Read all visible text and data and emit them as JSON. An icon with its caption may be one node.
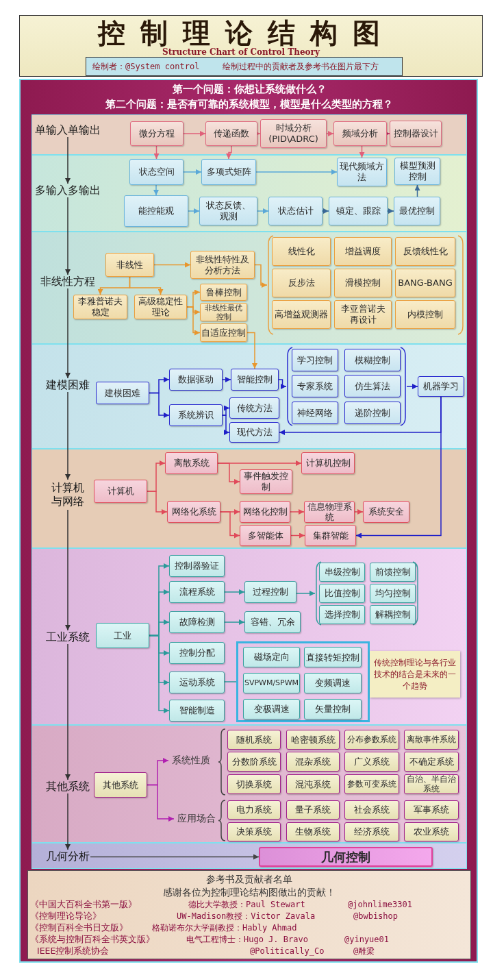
{
  "diagram": {
    "title": "控制理论结构图",
    "nodes": [
      {
        "text": [],
        "shape": "band"
      },
      {
        "text": [
          "单输入单输出"
        ],
        "in": 0
      },
      {
        "text": [
          "微分方程"
        ],
        "in": 0
      },
      {
        "text": [
          "传递函数"
        ],
        "in": 0
      },
      {
        "text": [
          "时域分析 (PID\\ADRC)"
        ],
        "in": 0
      },
      {
        "text": [
          "频域分析"
        ],
        "in": 0
      },
      {
        "text": [
          "控制器设计"
        ],
        "in": 0
      },
      {
        "text": [],
        "shape": "band"
      },
      {
        "text": [
          "多输入多输出"
        ],
        "in": 7
      },
      {
        "text": [
          "状态空间"
        ],
        "in": 7
      },
      {
        "text": [
          "多项式矩阵"
        ],
        "in": 7
      },
      {
        "text": [
          "现代频域方法"
        ],
        "in": 7
      },
      {
        "text": [
          "模型预测控制"
        ],
        "in": 7
      },
      {
        "text": [
          "能控能观"
        ],
        "in": 7
      },
      {
        "text": [
          "状态反馈、观测"
        ],
        "in": 7
      },
      {
        "text": [
          "状态估计"
        ],
        "in": 7
      },
      {
        "text": [
          "镇定、跟踪"
        ],
        "in": 7
      },
      {
        "text": [
          "最优控制"
        ],
        "in": 7
      },
      {
        "text": [],
        "shape": "band"
      },
      {
        "text": [
          "非线性方程"
        ],
        "in": 18
      },
      {
        "text": [
          "非线性"
        ],
        "in": 18
      },
      {
        "text": [
          "非线性特性及分析方法"
        ],
        "in": 18
      },
      {
        "text": [
          "李雅普诺夫稳定"
        ],
        "in": 18
      },
      {
        "text": [
          "高级稳定性理论"
        ],
        "in": 18
      },
      {
        "text": [
          "鲁棒控制"
        ],
        "in": 18
      },
      {
        "text": [
          "非线性最优控制"
        ],
        "in": 18
      },
      {
        "text": [
          "自适应控制"
        ],
        "in": 18
      },
      {
        "text": [],
        "shape": "bracket",
        "in": 18
      },
      {
        "text": [
          "线性化"
        ],
        "in": 27
      },
      {
        "text": [
          "增益调度"
        ],
        "in": 27
      },
      {
        "text": [
          "反馈线性化"
        ],
        "in": 27
      },
      {
        "text": [
          "反步法"
        ],
        "in": 27
      },
      {
        "text": [
          "滑模控制"
        ],
        "in": 27
      },
      {
        "text": [
          "BANG-BANG"
        ],
        "in": 27
      },
      {
        "text": [
          "高增益观测器"
        ],
        "in": 27
      },
      {
        "text": [
          "李亚普诺夫再设计"
        ],
        "in": 27
      },
      {
        "text": [
          "内模控制"
        ],
        "in": 27
      },
      {
        "text": [],
        "shape": "band"
      },
      {
        "text": [
          "建模困难"
        ],
        "in": 37
      },
      {
        "text": [
          "建模困难"
        ],
        "in": 37
      },
      {
        "text": [
          "数据驱动"
        ],
        "in": 37
      },
      {
        "text": [
          "系统辨识"
        ],
        "in": 37
      },
      {
        "text": [
          "智能控制"
        ],
        "in": 37
      },
      {
        "text": [
          "传统方法"
        ],
        "in": 37
      },
      {
        "text": [
          "现代方法"
        ],
        "in": 37
      },
      {
        "text": [],
        "shape": "bracket",
        "in": 37
      },
      {
        "text": [
          "学习控制"
        ],
        "in": 45
      },
      {
        "text": [
          "模糊控制"
        ],
        "in": 45
      },
      {
        "text": [
          "专家系统"
        ],
        "in": 45
      },
      {
        "text": [
          "仿生算法"
        ],
        "in": 45
      },
      {
        "text": [
          "神经网络"
        ],
        "in": 45
      },
      {
        "text": [
          "递阶控制"
        ],
        "in": 45
      },
      {
        "text": [
          "机器学习"
        ],
        "in": 37
      },
      {
        "text": [],
        "shape": "band"
      },
      {
        "text": [
          "计算机与网络"
        ],
        "in": 53
      },
      {
        "text": [
          "计算机"
        ],
        "in": 53
      },
      {
        "text": [
          "离散系统"
        ],
        "in": 53
      },
      {
        "text": [
          "网络化系统"
        ],
        "in": 53
      },
      {
        "text": [
          "计算机控制"
        ],
        "in": 53
      },
      {
        "text": [
          "事件触发控制"
        ],
        "in": 53
      },
      {
        "text": [
          "网络化控制"
        ],
        "in": 53
      },
      {
        "text": [
          "信息物理系统"
        ],
        "in": 53
      },
      {
        "text": [
          "系统安全"
        ],
        "in": 53
      },
      {
        "text": [
          "多智能体"
        ],
        "in": 53
      },
      {
        "text": [
          "集群智能"
        ],
        "in": 53
      },
      {
        "text": [],
        "shape": "band"
      },
      {
        "text": [
          "工业系统"
        ],
        "in": 65
      },
      {
        "text": [
          "工业"
        ],
        "in": 65
      },
      {
        "text": [
          "控制器验证"
        ],
        "in": 65
      },
      {
        "text": [
          "流程系统"
        ],
        "in": 65
      },
      {
        "text": [
          "故障检测"
        ],
        "in": 65
      },
      {
        "text": [
          "控制分配"
        ],
        "in": 65
      },
      {
        "text": [
          "运动系统"
        ],
        "in": 65
      },
      {
        "text": [
          "智能制造"
        ],
        "in": 65
      },
      {
        "text": [
          "过程控制"
        ],
        "in": 65
      },
      {
        "text": [
          "容错、冗余"
        ],
        "in": 65
      },
      {
        "text": [],
        "shape": "bracket",
        "in": 65
      },
      {
        "text": [
          "串级控制"
        ],
        "in": 76
      },
      {
        "text": [
          "前馈控制"
        ],
        "in": 76
      },
      {
        "text": [
          "比值控制"
        ],
        "in": 76
      },
      {
        "text": [
          "均匀控制"
        ],
        "in": 76
      },
      {
        "text": [
          "选择控制"
        ],
        "in": 76
      },
      {
        "text": [
          "解耦控制"
        ],
        "in": 76
      },
      {
        "text": [],
        "shape": "box",
        "in": 65
      },
      {
        "text": [
          "磁场定向"
        ],
        "in": 83
      },
      {
        "text": [
          "直接转矩控制"
        ],
        "in": 83
      },
      {
        "text": [
          "SVPWM/SPWM"
        ],
        "in": 83
      },
      {
        "text": [
          "变频调速"
        ],
        "in": 83
      },
      {
        "text": [
          "变极调速"
        ],
        "in": 83
      },
      {
        "text": [
          "矢量控制"
        ],
        "in": 83
      },
      {
        "text": [],
        "shape": "band"
      },
      {
        "text": [
          "其他系统"
        ],
        "in": 90
      },
      {
        "text": [
          "其他系统"
        ],
        "in": 90
      },
      {
        "text": [
          "系统性质"
        ],
        "in": 90
      },
      {
        "text": [
          "应用场合"
        ],
        "in": 90
      },
      {
        "text": [],
        "shape": "bracket",
        "in": 90
      },
      {
        "text": [
          "随机系统"
        ],
        "in": 95
      },
      {
        "text": [
          "哈密顿系统"
        ],
        "in": 95
      },
      {
        "text": [
          "分布参数系统"
        ],
        "in": 95
      },
      {
        "text": [
          "离散事件系统"
        ],
        "in": 95
      },
      {
        "text": [
          "分数阶系统"
        ],
        "in": 95
      },
      {
        "text": [
          "混杂系统"
        ],
        "in": 95
      },
      {
        "text": [
          "广义系统"
        ],
        "in": 95
      },
      {
        "text": [
          "不确定系统"
        ],
        "in": 95
      },
      {
        "text": [
          "切换系统"
        ],
        "in": 95
      },
      {
        "text": [
          "混沌系统"
        ],
        "in": 95
      },
      {
        "text": [
          "参数可变系统"
        ],
        "in": 95
      },
      {
        "text": [
          "自治、半自治系统"
        ],
        "in": 95
      },
      {
        "text": [],
        "shape": "bracket",
        "in": 90
      },
      {
        "text": [
          "电力系统"
        ],
        "in": 108
      },
      {
        "text": [
          "量子系统"
        ],
        "in": 108
      },
      {
        "text": [
          "社会系统"
        ],
        "in": 108
      },
      {
        "text": [
          "军事系统"
        ],
        "in": 108
      },
      {
        "text": [
          "决策系统"
        ],
        "in": 108
      },
      {
        "text": [
          "生物系统"
        ],
        "in": 108
      },
      {
        "text": [
          "经济系统"
        ],
        "in": 108
      },
      {
        "text": [
          "农业系统"
        ],
        "in": 108
      },
      {
        "text": [],
        "shape": "band"
      },
      {
        "text": [
          "几何分析"
        ],
        "in": 117
      },
      {
        "text": [
          "几何控制"
        ],
        "in": 117
      }
    ],
    "edges": [
      {
        "from": 2,
        "to": 3,
        "arrow": "to",
        "color": "#e0607a"
      },
      {
        "from": 3,
        "to": 4,
        "arrow": "to",
        "color": "#e0607a"
      },
      {
        "from": 4,
        "to": 5,
        "arrow": "to",
        "color": "#e0607a"
      },
      {
        "from": 5,
        "to": 6,
        "arrow": "to",
        "color": "#c0306a"
      },
      {
        "from": 2,
        "to": 9,
        "arrow": "to",
        "color": "#e0607a"
      },
      {
        "from": 3,
        "to": 10,
        "arrow": "to",
        "color": "#e0607a"
      },
      {
        "from": 5,
        "to": 11,
        "arrow": "to",
        "color": "#e0607a"
      },
      {
        "from": 9,
        "to": 10,
        "arrow": "to",
        "color": "#5aa8d8"
      },
      {
        "from": 10,
        "to": 11,
        "arrow": "to",
        "color": "#5aa8d8"
      },
      {
        "from": 9,
        "to": 13,
        "arrow": "to",
        "color": "#5aa8d8"
      },
      {
        "from": 13,
        "to": 14,
        "arrow": "to",
        "color": "#5aa8d8"
      },
      {
        "from": 14,
        "to": 15,
        "arrow": "to",
        "color": "#5aa8d8"
      },
      {
        "from": 15,
        "to": 16,
        "arrow": "to",
        "color": "#3a6a9a"
      },
      {
        "from": 16,
        "to": 17,
        "arrow": "to",
        "color": "#3a6a9a"
      },
      {
        "from": 17,
        "to": 12,
        "arrow": "to",
        "color": "#3a6a9a"
      },
      {
        "from": 20,
        "to": 21,
        "arrow": "to",
        "color": "#e8962e"
      },
      {
        "from": 20,
        "to": 22,
        "arrow": "to",
        "color": "#e8962e"
      },
      {
        "from": 20,
        "to": 23,
        "arrow": "to",
        "color": "#e8962e"
      },
      {
        "from": 23,
        "to": 24,
        "arrow": "to",
        "color": "#e8962e"
      },
      {
        "from": 23,
        "to": 25,
        "arrow": "to",
        "color": "#e8962e"
      },
      {
        "from": 23,
        "to": 26,
        "arrow": "to",
        "color": "#e8962e"
      },
      {
        "from": 21,
        "to": 27,
        "arrow": "to",
        "color": "#e8962e"
      },
      {
        "from": 26,
        "to": 42,
        "arrow": "to",
        "color": "#e8962e"
      },
      {
        "from": 39,
        "to": 40,
        "arrow": "to",
        "color": "#2020c8"
      },
      {
        "from": 39,
        "to": 41,
        "arrow": "to",
        "color": "#2020c8"
      },
      {
        "from": 40,
        "to": 42,
        "arrow": "to",
        "color": "#2020c8"
      },
      {
        "from": 41,
        "to": 43,
        "arrow": "to",
        "color": "#2020c8"
      },
      {
        "from": 41,
        "to": 44,
        "arrow": "to",
        "color": "#2020c8"
      },
      {
        "from": 42,
        "to": 45,
        "arrow": "to",
        "color": "#2020c8"
      },
      {
        "from": 45,
        "to": 52,
        "arrow": "to",
        "color": "#2020c8"
      },
      {
        "from": 52,
        "to": 44,
        "arrow": "to",
        "color": "#2020c8"
      },
      {
        "from": 52,
        "to": 64,
        "arrow": "to",
        "color": "#2020c8"
      },
      {
        "from": 55,
        "to": 56,
        "arrow": "to",
        "color": "#e04a5a"
      },
      {
        "from": 55,
        "to": 57,
        "arrow": "to",
        "color": "#e04a5a"
      },
      {
        "from": 56,
        "to": 58,
        "arrow": "to",
        "color": "#e04a5a"
      },
      {
        "from": 56,
        "to": 59,
        "arrow": "to",
        "color": "#e04a5a"
      },
      {
        "from": 57,
        "to": 60,
        "arrow": "to",
        "color": "#e04a5a"
      },
      {
        "from": 57,
        "to": 63,
        "arrow": "to",
        "color": "#e04a5a"
      },
      {
        "from": 60,
        "to": 61,
        "arrow": "to",
        "color": "#e04a5a"
      },
      {
        "from": 61,
        "to": 62,
        "arrow": "to",
        "color": "#e04a5a"
      },
      {
        "from": 63,
        "to": 64,
        "arrow": "to",
        "color": "#e04a5a"
      },
      {
        "from": 67,
        "to": 68,
        "arrow": "to",
        "color": "#2a9a9a"
      },
      {
        "from": 67,
        "to": 69,
        "arrow": "to",
        "color": "#2a9a9a"
      },
      {
        "from": 67,
        "to": 70,
        "arrow": "to",
        "color": "#2a9a9a"
      },
      {
        "from": 67,
        "to": 71,
        "arrow": "to",
        "color": "#2a9a9a"
      },
      {
        "from": 67,
        "to": 72,
        "arrow": "to",
        "color": "#2a9a9a"
      },
      {
        "from": 67,
        "to": 73,
        "arrow": "to",
        "color": "#2a9a9a"
      },
      {
        "from": 69,
        "to": 74,
        "arrow": "to",
        "color": "#2a9a9a"
      },
      {
        "from": 74,
        "to": 76,
        "arrow": "to",
        "color": "#2a9a9a"
      },
      {
        "from": 70,
        "to": 75,
        "arrow": "to",
        "color": "#2a9a9a"
      },
      {
        "from": 72,
        "to": 83,
        "arrow": "none",
        "color": "#2a9a9a"
      },
      {
        "from": 92,
        "to": 93,
        "arrow": "to",
        "color": "#b020b0"
      },
      {
        "from": 92,
        "to": 94,
        "arrow": "to",
        "color": "#b020b0"
      },
      {
        "from": 118,
        "to": 119,
        "arrow": "to",
        "color": "#444444"
      },
      {
        "from": 1,
        "to": 8,
        "arrow": "to",
        "color": "#333333"
      },
      {
        "from": 8,
        "to": 19,
        "arrow": "to",
        "color": "#333333"
      },
      {
        "from": 19,
        "to": 38,
        "arrow": "to",
        "color": "#333333"
      },
      {
        "from": 38,
        "to": 54,
        "arrow": "to",
        "color": "#333333"
      },
      {
        "from": 54,
        "to": 66,
        "arrow": "to",
        "color": "#333333"
      },
      {
        "from": 66,
        "to": 91,
        "arrow": "to",
        "color": "#333333"
      },
      {
        "from": 91,
        "to": 118,
        "arrow": "to",
        "color": "#333333"
      }
    ],
    "labels": [
      "Structure Chart of Control Theory",
      "绘制者：@System control",
      "绘制过程中的贡献者及参考书在图片最下方",
      "第一个问题：你想让系统做什么？",
      "第二个问题：是否有可靠的系统模型，模型是什么类型的方程？",
      "传统控制理论与各行业技术的结合是未来的一个趋势",
      "参考书及贡献者名单",
      "感谢各位为控制理论结构图做出的贡献！",
      "《中国大百科全书第一版》",
      "德比大学教授：Paul Stewart",
      "@johnlime3301",
      "《控制理论导论》",
      "UW-Madison教授：Victor Zavala",
      "@bwbishop",
      "《控制百科全书日文版》",
      "格勒诺布尔大学副教授：Hably Ahmad",
      "《系统与控制百科全书英文版》",
      "电气工程博士：Hugo J. Bravo",
      "@yinyue01",
      "IEEE控制系统协会",
      "@Politically_Co",
      "@雕梁"
    ]
  }
}
